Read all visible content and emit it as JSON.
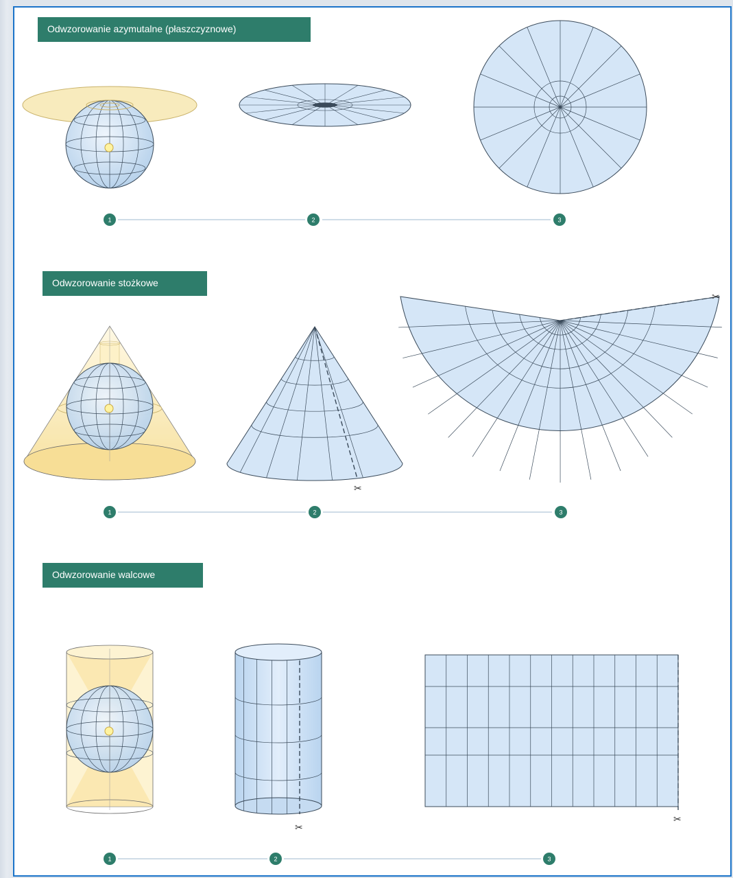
{
  "sections": [
    {
      "title": "Odwzorowanie azymutalne (płaszczyznowe)",
      "steps": [
        "1",
        "2",
        "3"
      ]
    },
    {
      "title": "Odwzorowanie stożkowe",
      "steps": [
        "1",
        "2",
        "3"
      ]
    },
    {
      "title": "Odwzorowanie walcowe",
      "steps": [
        "1",
        "2",
        "3"
      ]
    }
  ],
  "colors": {
    "title_bg": "#2e7d6b",
    "step_dot": "#2e7d6b",
    "step_line": "#9fb8cf",
    "projection_fill": "#d5e6f7",
    "light_fill": "#f8e9b6",
    "grid_stroke": "#3a4a5a",
    "border": "#1a73c9"
  }
}
